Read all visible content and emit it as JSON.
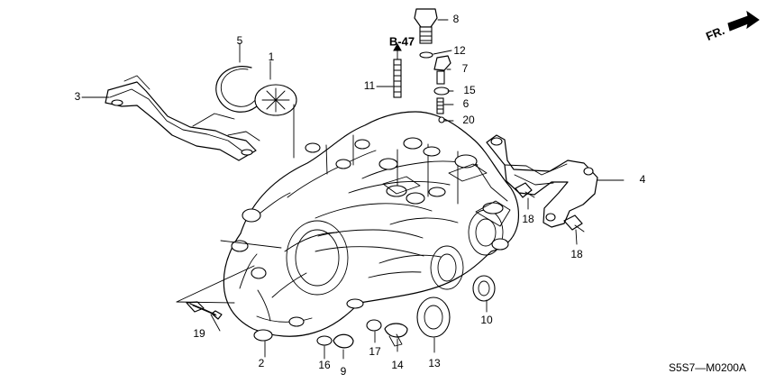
{
  "diagram": {
    "reference": "B-47",
    "direction": "FR.",
    "code": "S5S7—M0200A",
    "parts": [
      "1",
      "2",
      "3",
      "4",
      "5",
      "6",
      "7",
      "8",
      "9",
      "10",
      "11",
      "12",
      "13",
      "14",
      "15",
      "16",
      "17",
      "18",
      "18",
      "19",
      "20"
    ]
  }
}
